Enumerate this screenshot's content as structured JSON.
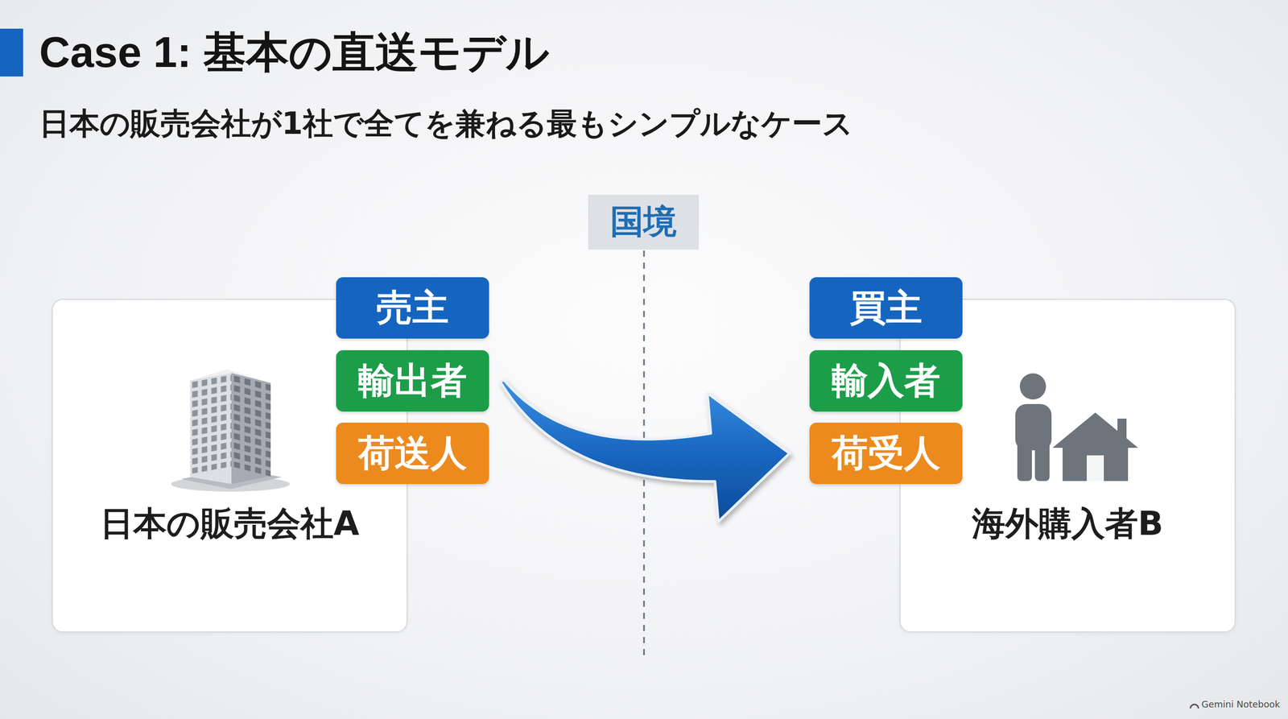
{
  "diagram": {
    "title": "Case 1: 基本の直送モデル",
    "nodes": [
      {
        "text": [
          "日本の販売会社A"
        ]
      },
      {
        "text": [
          "売主"
        ],
        "in": 0
      },
      {
        "text": [
          "輸出者"
        ],
        "in": 0
      },
      {
        "text": [
          "荷送人"
        ],
        "in": 0
      },
      {
        "text": [
          "国境"
        ]
      },
      {
        "text": [
          "海外購入者B"
        ]
      },
      {
        "text": [
          "買主"
        ],
        "in": 5
      },
      {
        "text": [
          "輸入者"
        ],
        "in": 5
      },
      {
        "text": [
          "荷受人"
        ],
        "in": 5
      }
    ],
    "edges": [
      {
        "from": 2,
        "to": 8,
        "arrow": "to"
      }
    ],
    "labels": [
      "日本の販売会社が1社で全てを兼ねる最もシンプルなケース",
      "Gemini Notebook"
    ]
  }
}
